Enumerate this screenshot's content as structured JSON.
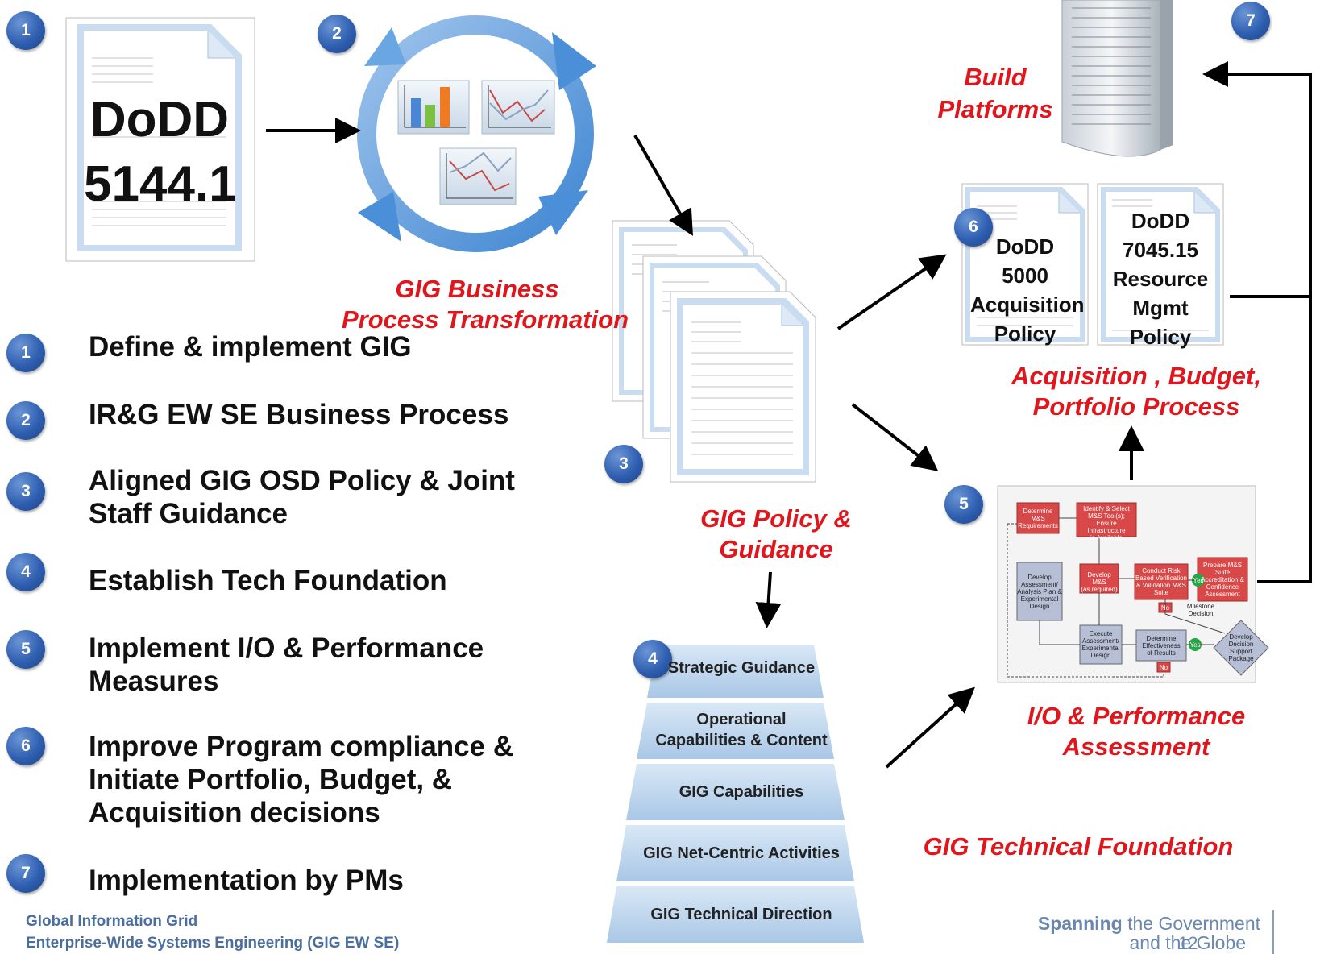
{
  "doc_main": {
    "line1": "DoDD",
    "line2": "5144.1"
  },
  "cycle_label": {
    "line1": "GIG Business",
    "line2": "Process Transformation"
  },
  "policy_label": {
    "line1": "GIG Policy &",
    "line2": "Guidance"
  },
  "build_label": {
    "line1": "Build",
    "line2": "Platforms"
  },
  "acq_doc": {
    "line1": "DoDD 5000",
    "line2": "Acquisition",
    "line3": "Policy"
  },
  "res_doc": {
    "line1": "DoDD",
    "line2": "7045.15",
    "line3": "Resource",
    "line4": "Mgmt",
    "line5": "Policy"
  },
  "acq_label": {
    "line1": "Acquisition , Budget,",
    "line2": "Portfolio Process"
  },
  "io_label": {
    "line1": "I/O & Performance",
    "line2": "Assessment"
  },
  "tech_label": "GIG Technical Foundation",
  "badges": [
    "1",
    "2",
    "3",
    "4",
    "5",
    "6",
    "7"
  ],
  "list": [
    {
      "num": "1",
      "lines": [
        "Define & implement GIG"
      ]
    },
    {
      "num": "2",
      "lines": [
        "IR&G EW SE Business Process"
      ]
    },
    {
      "num": "3",
      "lines": [
        "Aligned GIG OSD Policy & Joint",
        "Staff Guidance"
      ]
    },
    {
      "num": "4",
      "lines": [
        "Establish Tech Foundation"
      ]
    },
    {
      "num": "5",
      "lines": [
        "Implement I/O & Performance",
        "Measures"
      ]
    },
    {
      "num": "6",
      "lines": [
        "Improve Program compliance &",
        "Initiate Portfolio, Budget, &",
        "Acquisition decisions"
      ]
    },
    {
      "num": "7",
      "lines": [
        "Implementation by PMs"
      ]
    }
  ],
  "pyramid": [
    {
      "line1": "Strategic Guidance",
      "line2": ""
    },
    {
      "line1": "Operational",
      "line2": "Capabilities & Content"
    },
    {
      "line1": "GIG Capabilities",
      "line2": ""
    },
    {
      "line1": "GIG Net-Centric Activities",
      "line2": ""
    },
    {
      "line1": "GIG Technical Direction",
      "line2": ""
    }
  ],
  "flowchart": {
    "b1": [
      "Determine",
      "M&S",
      "Requirements"
    ],
    "b2": [
      "Identify & Select",
      "M&S Tool(s);",
      "Ensure Infrastructure",
      "is Available"
    ],
    "b3": [
      "Develop",
      "Assessment/",
      "Analysis Plan &",
      "Experimental",
      "Design"
    ],
    "b4": [
      "Develop M&S",
      "(as required)"
    ],
    "b5": [
      "Conduct Risk",
      "Based Verification",
      "& Validation M&S",
      "Suite"
    ],
    "b6": [
      "Prepare M&S",
      "Suite",
      "Accreditation &",
      "Confidence",
      "Assessment"
    ],
    "b7": [
      "Execute",
      "Assessment/",
      "Experimental",
      "Design"
    ],
    "b8": [
      "Determine",
      "Effectiveness",
      "of Results"
    ],
    "b9": [
      "Develop",
      "Decision",
      "Support",
      "Package"
    ],
    "yes": "Yes",
    "no": "No",
    "milestone": [
      "Milestone",
      "Decision"
    ]
  },
  "footer": {
    "line1": "Global Information Grid",
    "line2": "Enterprise-Wide Systems Engineering (GIG EW SE)"
  },
  "brand": {
    "bold": "Spanning",
    "rest": " the Government",
    "line2": "and the Globe",
    "page": "12"
  }
}
